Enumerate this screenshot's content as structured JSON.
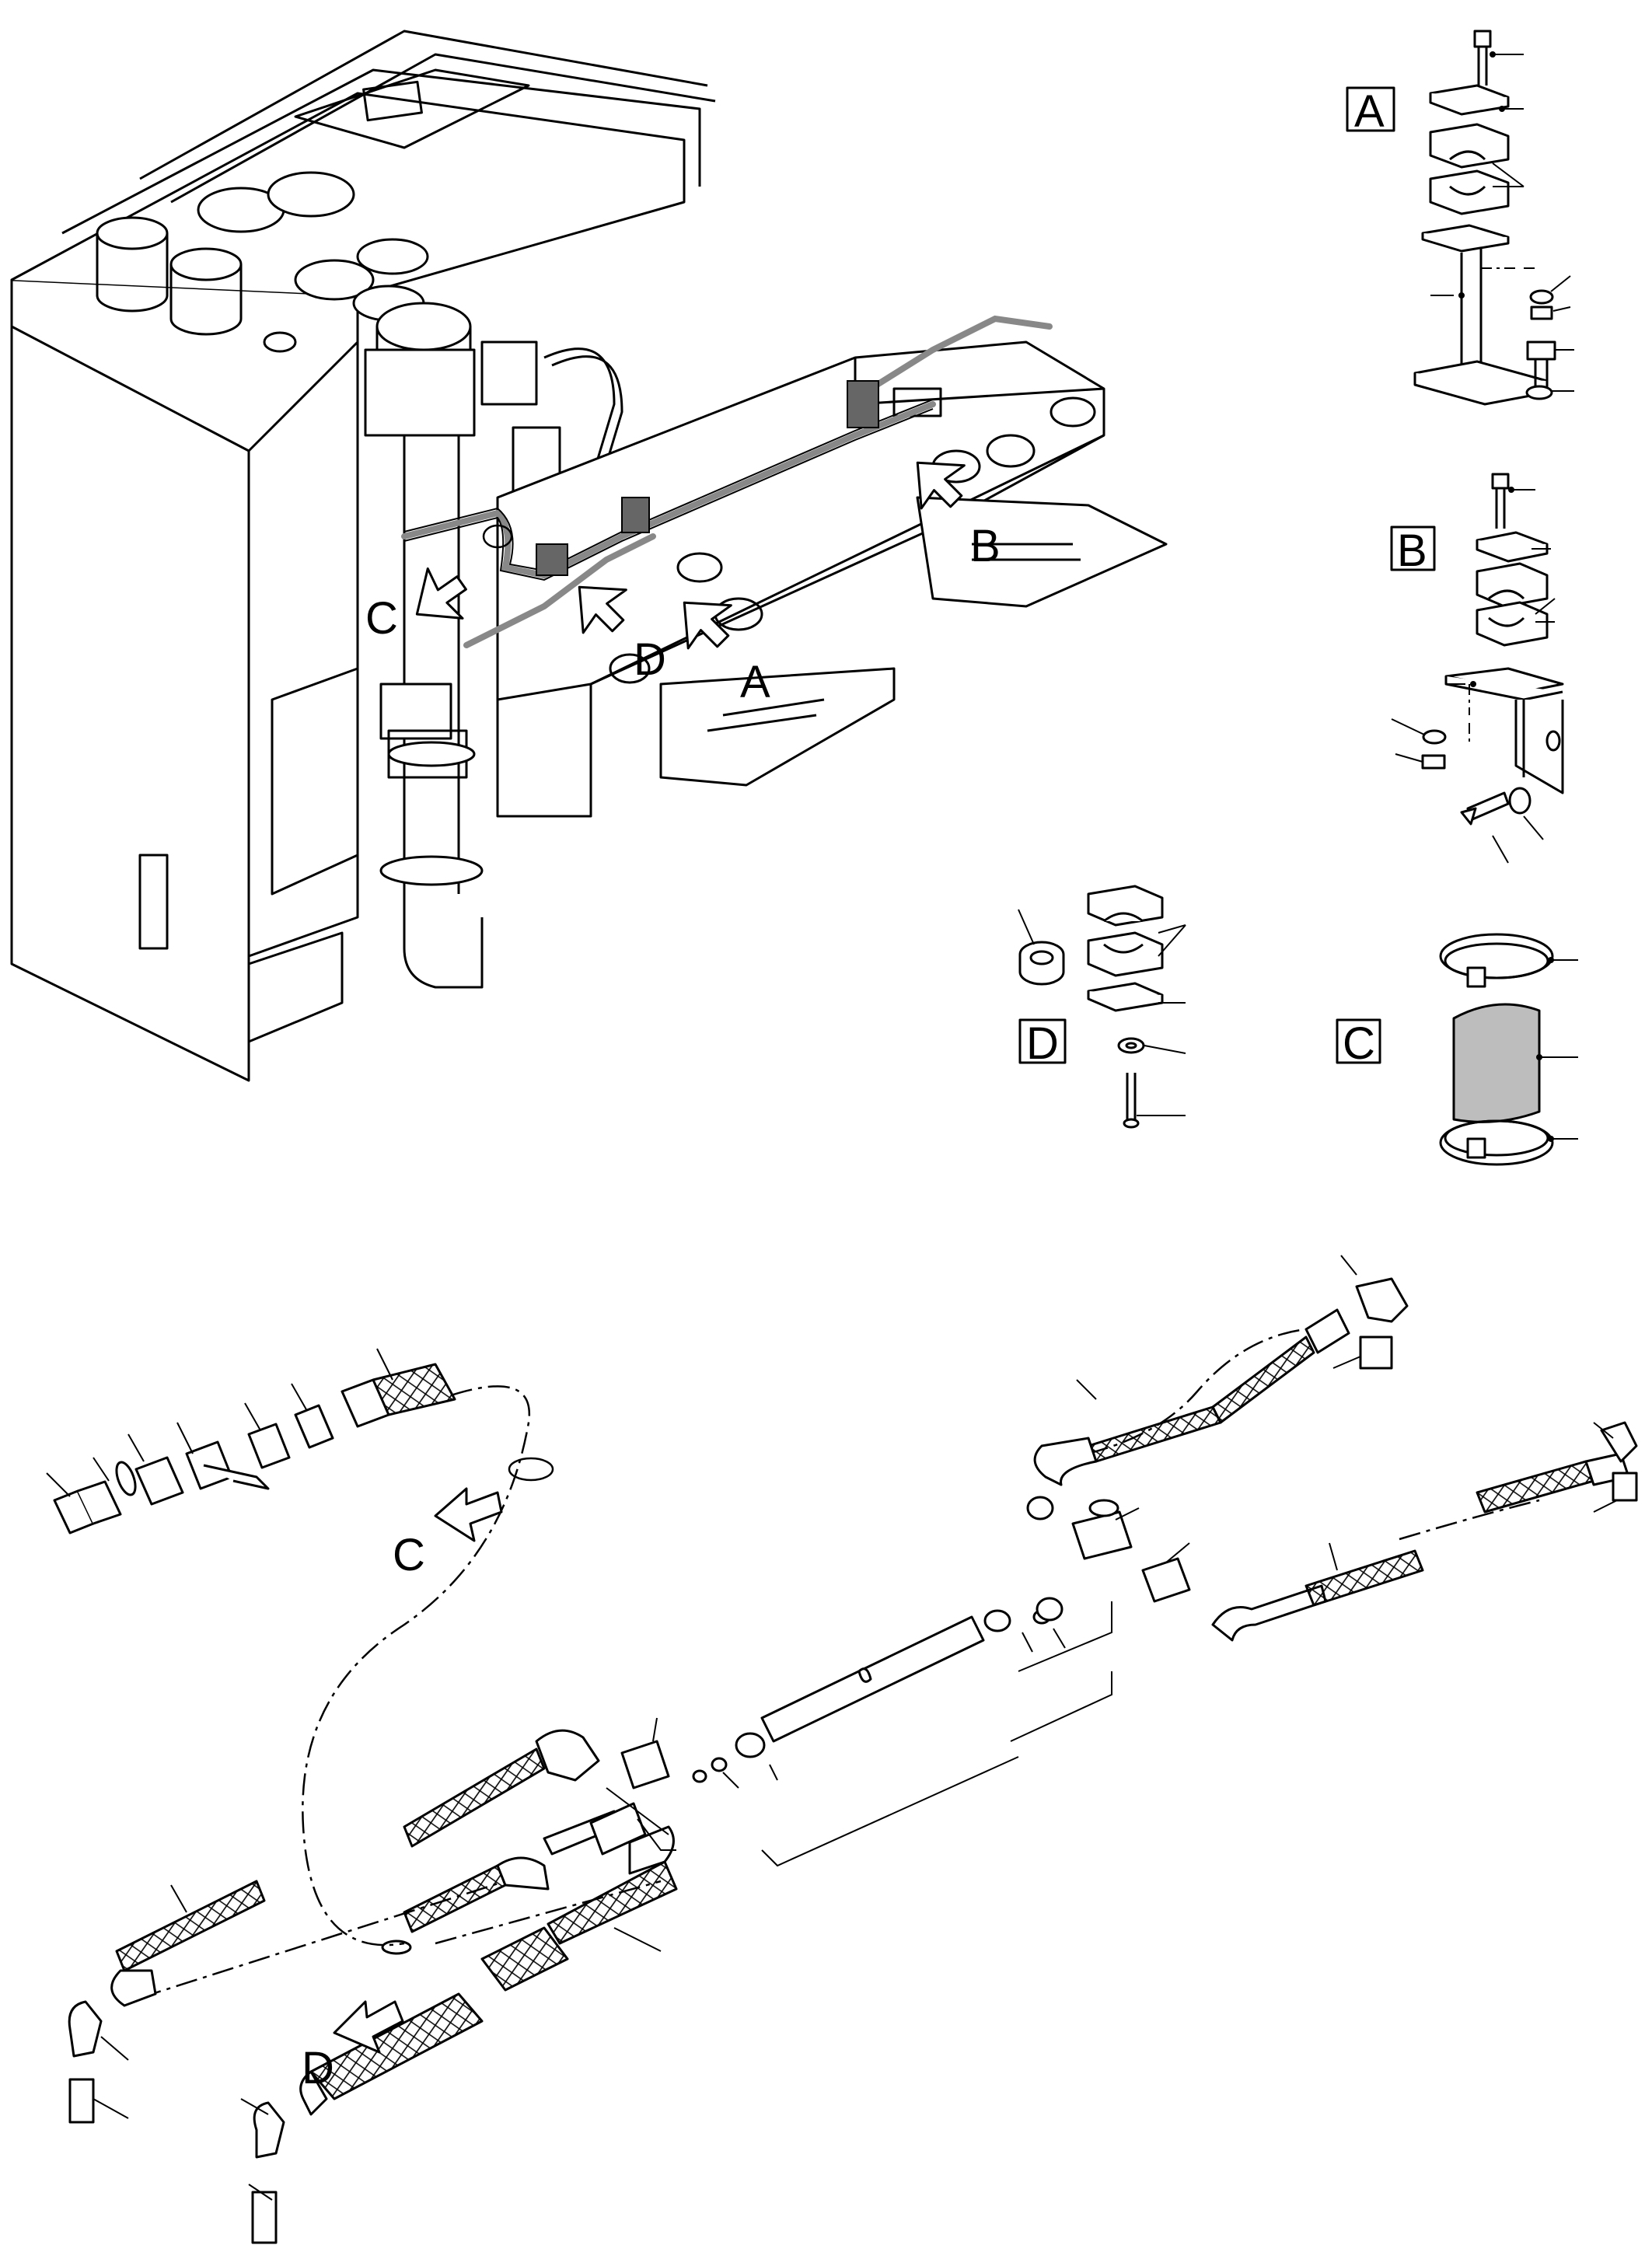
{
  "callouts": {
    "A": "A",
    "B": "B",
    "C": "C",
    "D": "D"
  },
  "detail_boxes": {
    "A": "A",
    "B": "B",
    "C": "C",
    "D": "D"
  },
  "colors": {
    "line": "#000000",
    "hose_highlight": "#888888",
    "sleeve_fill": "#bdbdbd",
    "background": "#ffffff"
  }
}
